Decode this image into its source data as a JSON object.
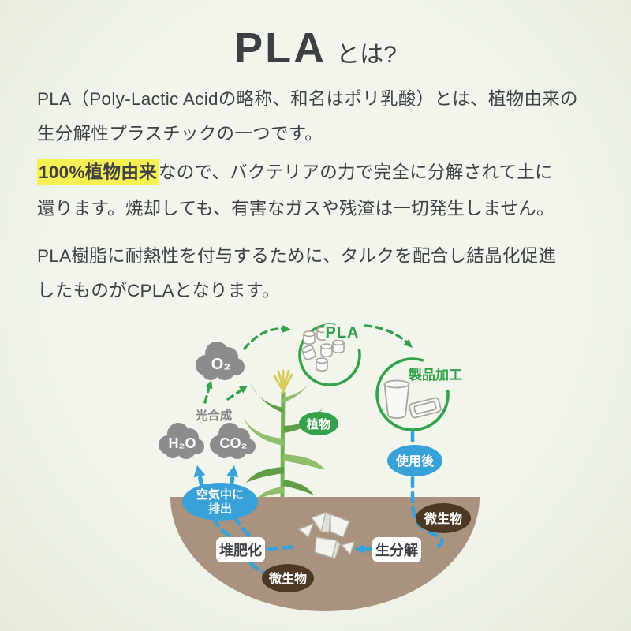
{
  "title": {
    "main": "PLA",
    "suffix": "とは?"
  },
  "paragraphs": {
    "p1_line1": "PLA（Poly-Lactic Acidの略称、和名はポリ乳酸）とは、植物由来の",
    "p1_line2": "生分解性プラスチックの一つです。",
    "p2_highlight": "100%植物由来",
    "p2_line1_rest": "なので、バクテリアの力で完全に分解されて土に",
    "p2_line2": "還ります。焼却しても、有害なガスや残渣は一切発生しません。",
    "p3_line1": "PLA樹脂に耐熱性を付与するために、タルクを配合し結晶化促進",
    "p3_line2": "したものがCPLAとなります。"
  },
  "diagram": {
    "pla_label": "PLA",
    "processing_label": "製品加工",
    "plant_label": "植物",
    "photosynthesis_label": "光合成",
    "o2": "O₂",
    "h2o": "H₂O",
    "co2": "CO₂",
    "after_use_label": "使用後",
    "microbes_label": "微生物",
    "biodegradation_label": "生分解",
    "composting_label": "堆肥化",
    "air_release_line1": "空気中に",
    "air_release_line2": "排出"
  },
  "colors": {
    "background": "#eff3e9",
    "text": "#3e4145",
    "highlight_yellow": "#f6f052",
    "green": "#33a24b",
    "blue": "#38a1d8",
    "cloud_gray": "#8c8c8c",
    "soil_brown": "#a9937e",
    "microbe_brown": "#4c3823"
  }
}
